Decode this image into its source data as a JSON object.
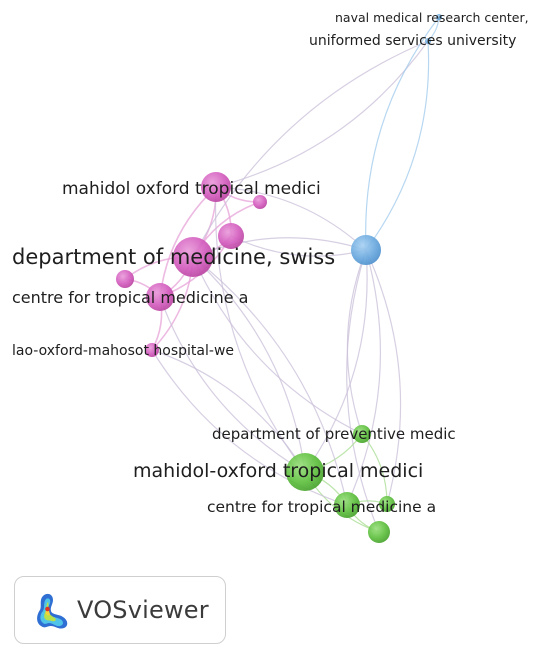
{
  "app": {
    "name": "VOSviewer"
  },
  "colors": {
    "cluster_pink": "#d35fbe",
    "cluster_blue": "#6aa9de",
    "cluster_green": "#5ec040"
  },
  "nodes": [
    {
      "id": "mahidol-oxford-pink",
      "label": "mahidol oxford tropical medici",
      "cluster": "pink",
      "weight": 5
    },
    {
      "id": "department-medicine-swiss",
      "label": "department of medicine, swiss",
      "cluster": "pink",
      "weight": 9
    },
    {
      "id": "centre-tropical-pink",
      "label": "centre for tropical medicine a",
      "cluster": "pink",
      "weight": 6
    },
    {
      "id": "lao-oxford-mahosot",
      "label": "lao-oxford-mahosot hospital-we",
      "cluster": "pink",
      "weight": 2
    },
    {
      "id": "pink-small-a",
      "label": "",
      "cluster": "pink",
      "weight": 4
    },
    {
      "id": "pink-small-b",
      "label": "",
      "cluster": "pink",
      "weight": 2
    },
    {
      "id": "pink-small-c",
      "label": "",
      "cluster": "pink",
      "weight": 2
    },
    {
      "id": "naval-medical",
      "label": "naval medical research center,",
      "cluster": "blue",
      "weight": 1
    },
    {
      "id": "uniformed-services",
      "label": "uniformed services university",
      "cluster": "blue",
      "weight": 1
    },
    {
      "id": "blue-hub",
      "label": "",
      "cluster": "blue",
      "weight": 5
    },
    {
      "id": "department-preventive",
      "label": "department of preventive medic",
      "cluster": "green",
      "weight": 2
    },
    {
      "id": "mahidol-oxford-green",
      "label": "mahidol-oxford tropical medici",
      "cluster": "green",
      "weight": 8
    },
    {
      "id": "centre-tropical-green",
      "label": "centre for tropical medicine a",
      "cluster": "green",
      "weight": 5
    },
    {
      "id": "green-small-a",
      "label": "",
      "cluster": "green",
      "weight": 3
    },
    {
      "id": "green-small-b",
      "label": "",
      "cluster": "green",
      "weight": 3
    }
  ],
  "links": [
    [
      "department-medicine-swiss",
      "mahidol-oxford-pink"
    ],
    [
      "department-medicine-swiss",
      "centre-tropical-pink"
    ],
    [
      "department-medicine-swiss",
      "pink-small-a"
    ],
    [
      "department-medicine-swiss",
      "pink-small-b"
    ],
    [
      "department-medicine-swiss",
      "pink-small-c"
    ],
    [
      "department-medicine-swiss",
      "lao-oxford-mahosot"
    ],
    [
      "mahidol-oxford-pink",
      "centre-tropical-pink"
    ],
    [
      "mahidol-oxford-pink",
      "pink-small-a"
    ],
    [
      "mahidol-oxford-pink",
      "pink-small-b"
    ],
    [
      "centre-tropical-pink",
      "lao-oxford-mahosot"
    ],
    [
      "centre-tropical-pink",
      "pink-small-c"
    ],
    [
      "pink-small-a",
      "centre-tropical-pink"
    ],
    [
      "mahidol-oxford-pink",
      "uniformed-services"
    ],
    [
      "department-medicine-swiss",
      "uniformed-services"
    ],
    [
      "pink-small-a",
      "blue-hub"
    ],
    [
      "department-medicine-swiss",
      "blue-hub"
    ],
    [
      "blue-hub",
      "uniformed-services"
    ],
    [
      "blue-hub",
      "naval-medical"
    ],
    [
      "uniformed-services",
      "naval-medical"
    ],
    [
      "blue-hub",
      "mahidol-oxford-green"
    ],
    [
      "blue-hub",
      "department-preventive"
    ],
    [
      "blue-hub",
      "centre-tropical-green"
    ],
    [
      "blue-hub",
      "green-small-a"
    ],
    [
      "blue-hub",
      "green-small-b"
    ],
    [
      "mahidol-oxford-green",
      "department-preventive"
    ],
    [
      "mahidol-oxford-green",
      "centre-tropical-green"
    ],
    [
      "mahidol-oxford-green",
      "green-small-a"
    ],
    [
      "centre-tropical-green",
      "green-small-b"
    ],
    [
      "centre-tropical-green",
      "green-small-a"
    ],
    [
      "department-preventive",
      "green-small-b"
    ],
    [
      "mahidol-oxford-green",
      "department-medicine-swiss"
    ],
    [
      "mahidol-oxford-green",
      "centre-tropical-pink"
    ],
    [
      "mahidol-oxford-green",
      "lao-oxford-mahosot"
    ],
    [
      "mahidol-oxford-green",
      "mahidol-oxford-pink"
    ],
    [
      "centre-tropical-green",
      "department-medicine-swiss"
    ],
    [
      "department-preventive",
      "department-medicine-swiss"
    ],
    [
      "lao-oxford-mahosot",
      "centre-tropical-green"
    ],
    [
      "mahidol-oxford-pink",
      "blue-hub"
    ]
  ]
}
